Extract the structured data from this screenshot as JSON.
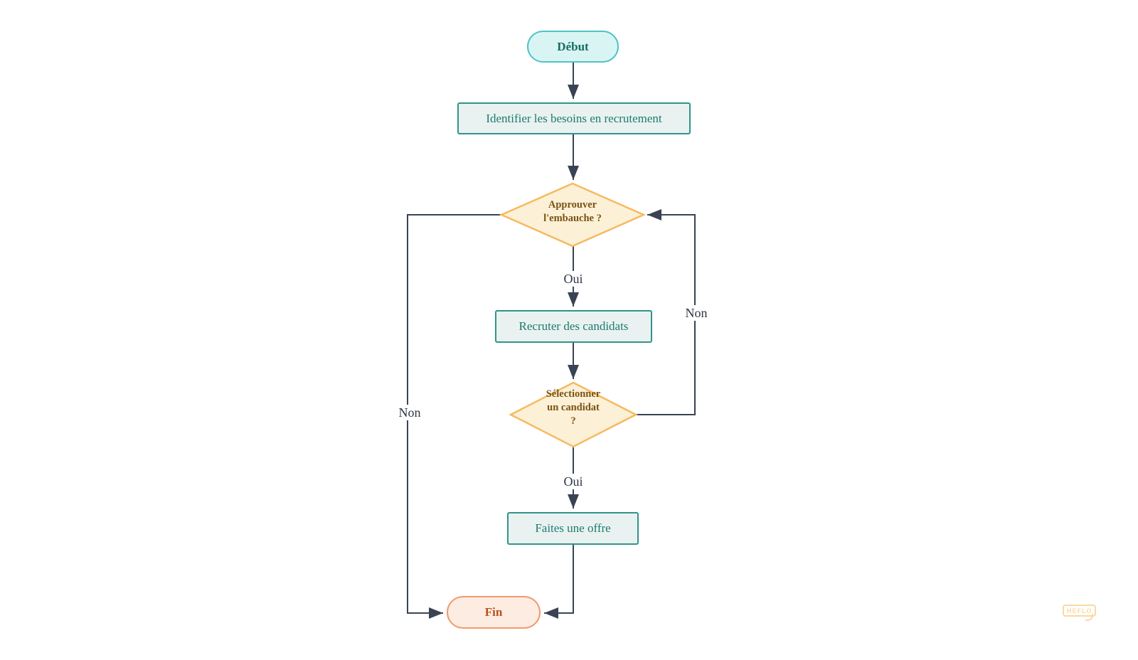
{
  "colors": {
    "line": "#3a4354",
    "label-text": "#2d3644",
    "start-fill": "#d9f5f3",
    "start-border": "#4fc4c6",
    "start-text": "#176b66",
    "task-fill": "#e9f2f0",
    "task-border": "#2f948b",
    "task-text": "#1e7a72",
    "decision-fill": "#fcf0d7",
    "decision-border": "#f6ba61",
    "decision-text": "#7a5312",
    "end-fill": "#fdece1",
    "end-border": "#f09a70",
    "end-text": "#bd4e1d",
    "watermark": "#fbd9a1"
  },
  "nodes": {
    "start": {
      "label": "Début"
    },
    "identify_needs": {
      "label": "Identifier les besoins en recrutement"
    },
    "approve_hire": {
      "line1": "Approuver",
      "line2": "l'embauche ?"
    },
    "recruit": {
      "label": "Recruter des candidats"
    },
    "select_candidate": {
      "line1": "Sélectionner",
      "line2": "un candidat",
      "line3": "?"
    },
    "make_offer": {
      "label": "Faites une offre"
    },
    "end": {
      "label": "Fin"
    }
  },
  "edges": {
    "approve_yes_label": "Oui",
    "approve_no_label": "Non",
    "select_yes_label": "Oui",
    "select_no_label": "Non"
  },
  "watermark": {
    "label": "HEFLO"
  }
}
